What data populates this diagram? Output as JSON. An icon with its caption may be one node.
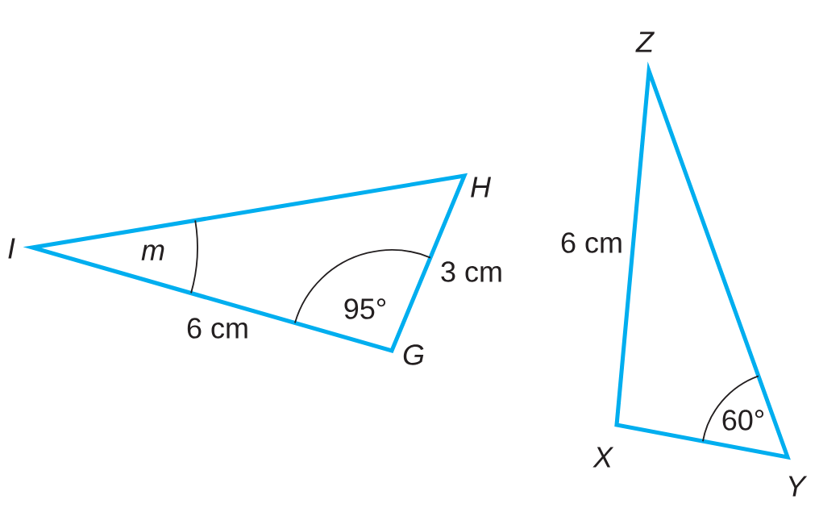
{
  "diagram": {
    "labels": [
      "Z",
      "H",
      "I",
      "m",
      "3 cm",
      "95°",
      "6 cm",
      "G",
      "6 cm",
      "60°",
      "X",
      "Y"
    ]
  }
}
